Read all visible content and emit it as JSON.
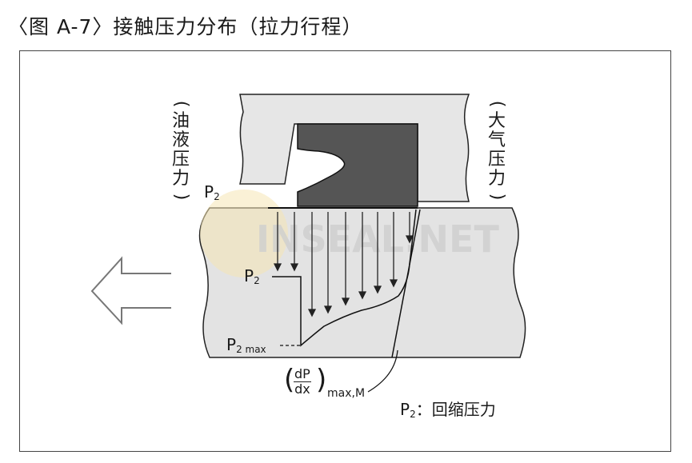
{
  "title": "〈图 A-7〉接触压力分布（拉力行程）",
  "labels": {
    "left_vertical": [
      "油",
      "液",
      "压",
      "力"
    ],
    "right_vertical": [
      "大",
      "气",
      "压",
      "力"
    ],
    "p2_top": "P",
    "p2_top_sub": "2",
    "p2_mid": "P",
    "p2_mid_sub": "2",
    "p2max": "P",
    "p2max_sub": "2 max",
    "deriv_num": "dP",
    "deriv_den": "dx",
    "deriv_sub": "max,M",
    "legend": "P",
    "legend_sub": "2",
    "legend_text": "：回缩压力"
  },
  "watermark": "INSEAL.NET",
  "colors": {
    "seal": "#555555",
    "housing": "#e6e6e6",
    "rod": "#e3e3e3",
    "arrow": "#777777",
    "watermark": "#cfcfcf"
  }
}
